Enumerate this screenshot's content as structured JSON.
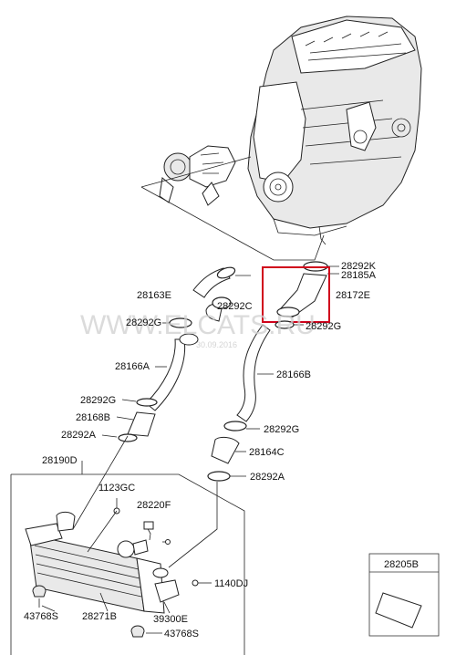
{
  "watermark": {
    "text": "WWW.ELCATS.RU",
    "date": "30.09.2016"
  },
  "highlight_color": "#d0021b",
  "labels": {
    "p28292K": "28292K",
    "p28185A": "28185A",
    "p28172E": "28172E",
    "p28292G_right": "28292G",
    "p28163E": "28163E",
    "p28292C": "28292C",
    "p28292G_left": "28292G",
    "p28166A": "28166A",
    "p28166B": "28166B",
    "p28292G_mid": "28292G",
    "p28168B": "28168B",
    "p28292A_left": "28292A",
    "p28292G_low": "28292G",
    "p28164C": "28164C",
    "p28190D": "28190D",
    "p28292A_right": "28292A",
    "p1123GC": "1123GC",
    "p28220F": "28220F",
    "p1140DJ": "1140DJ",
    "p43768S_left": "43768S",
    "p28271B": "28271B",
    "p39300E": "39300E",
    "p43768S_bottom": "43768S",
    "p28205B": "28205B"
  }
}
